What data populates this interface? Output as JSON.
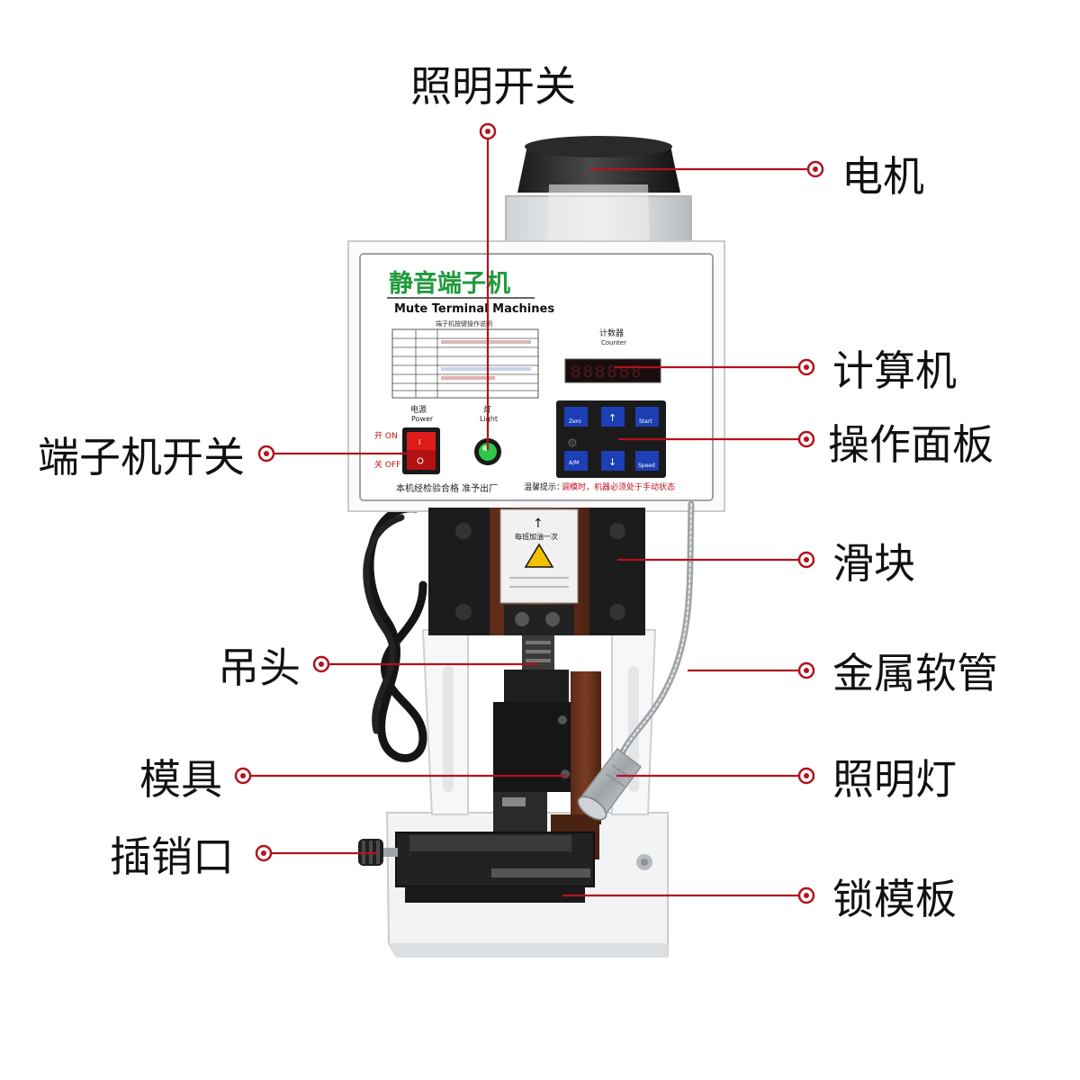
{
  "callouts": {
    "lighting_switch": "照明开关",
    "motor": "电机",
    "computer": "计算机",
    "control_panel": "操作面板",
    "terminal_switch": "端子机开关",
    "slider": "滑块",
    "hanger": "吊头",
    "metal_hose": "金属软管",
    "mold": "模具",
    "lamp": "照明灯",
    "pin_port": "插销口",
    "lock_plate": "锁模板"
  },
  "machine": {
    "title_cn": "静音端子机",
    "title_en": "Mute Terminal Machines",
    "table_caption": "端子机按键操作说明",
    "power_cn": "电源",
    "power_en": "Power",
    "light_cn": "灯",
    "light_en": "Light",
    "on_label": "开 ON",
    "off_label": "关 OFF",
    "counter_cn": "计数器",
    "counter_en": "Counter",
    "counter_display": "888888",
    "qc_text": "本机经检验合格 准予出厂",
    "warm_tip_label": "温馨提示：",
    "warm_tip_text": "调模时，机器必须处于手动状态",
    "oil_notice": "每班加油一次",
    "key_zero": "Zero",
    "key_start": "Start",
    "key_speed": "Speed"
  },
  "colors": {
    "accent_red": "#c0101a",
    "leader_line": "#b3121f",
    "title_green": "#1f9a3a",
    "panel_blue": "#1d3fb6",
    "switch_red": "#e01b1b",
    "light_green": "#2fc74a"
  }
}
